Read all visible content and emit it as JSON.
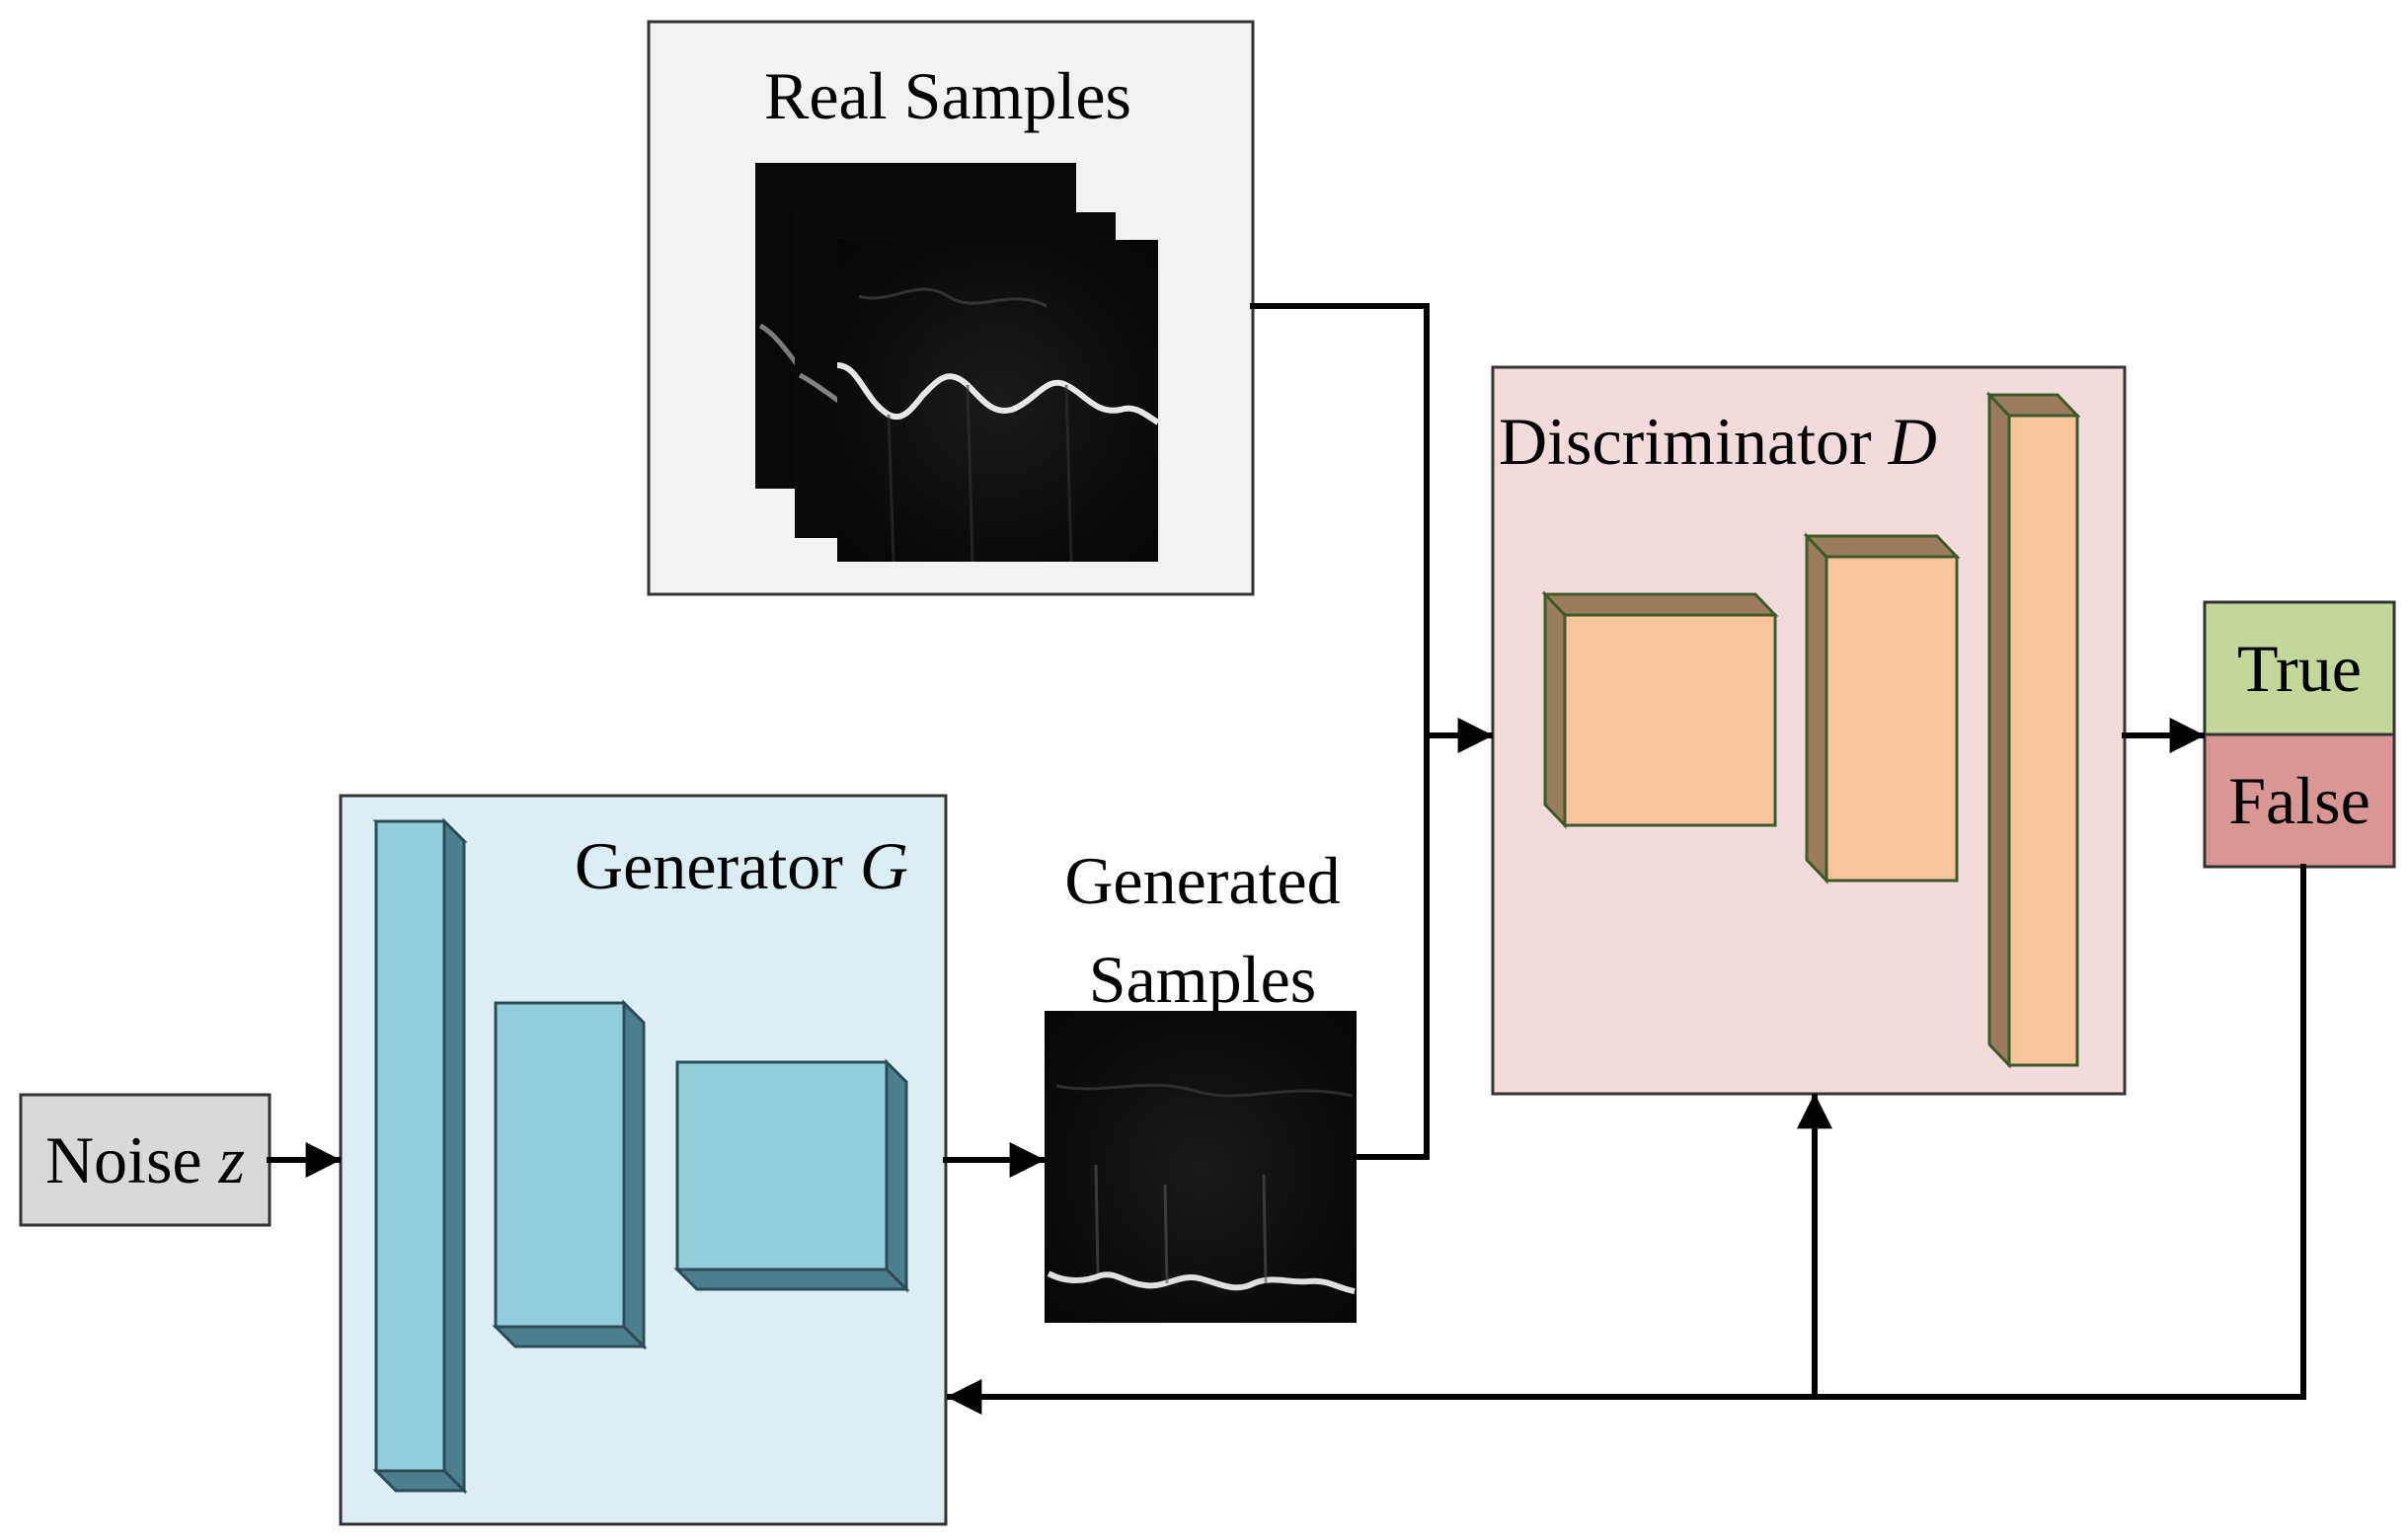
{
  "real_samples": {
    "label": "Real Samples"
  },
  "generator": {
    "label": "Generator ",
    "symbol": "G"
  },
  "generated_samples": {
    "line1": "Generated",
    "line2": "Samples"
  },
  "discriminator": {
    "label": "Discriminator ",
    "symbol": "D"
  },
  "noise": {
    "label": "Noise ",
    "symbol": "z"
  },
  "output": {
    "true_label": "True",
    "false_label": "False"
  },
  "colors": {
    "generator_bg": "#dcedf3",
    "generator_block": "#92cddb",
    "discriminator_bg": "#f2dcdb",
    "discriminator_block": "#f8c49a",
    "real_bg": "#f2f2f2",
    "noise_bg": "#d9d9d9",
    "true_bg": "#c4d79b",
    "false_bg": "#d99694"
  }
}
